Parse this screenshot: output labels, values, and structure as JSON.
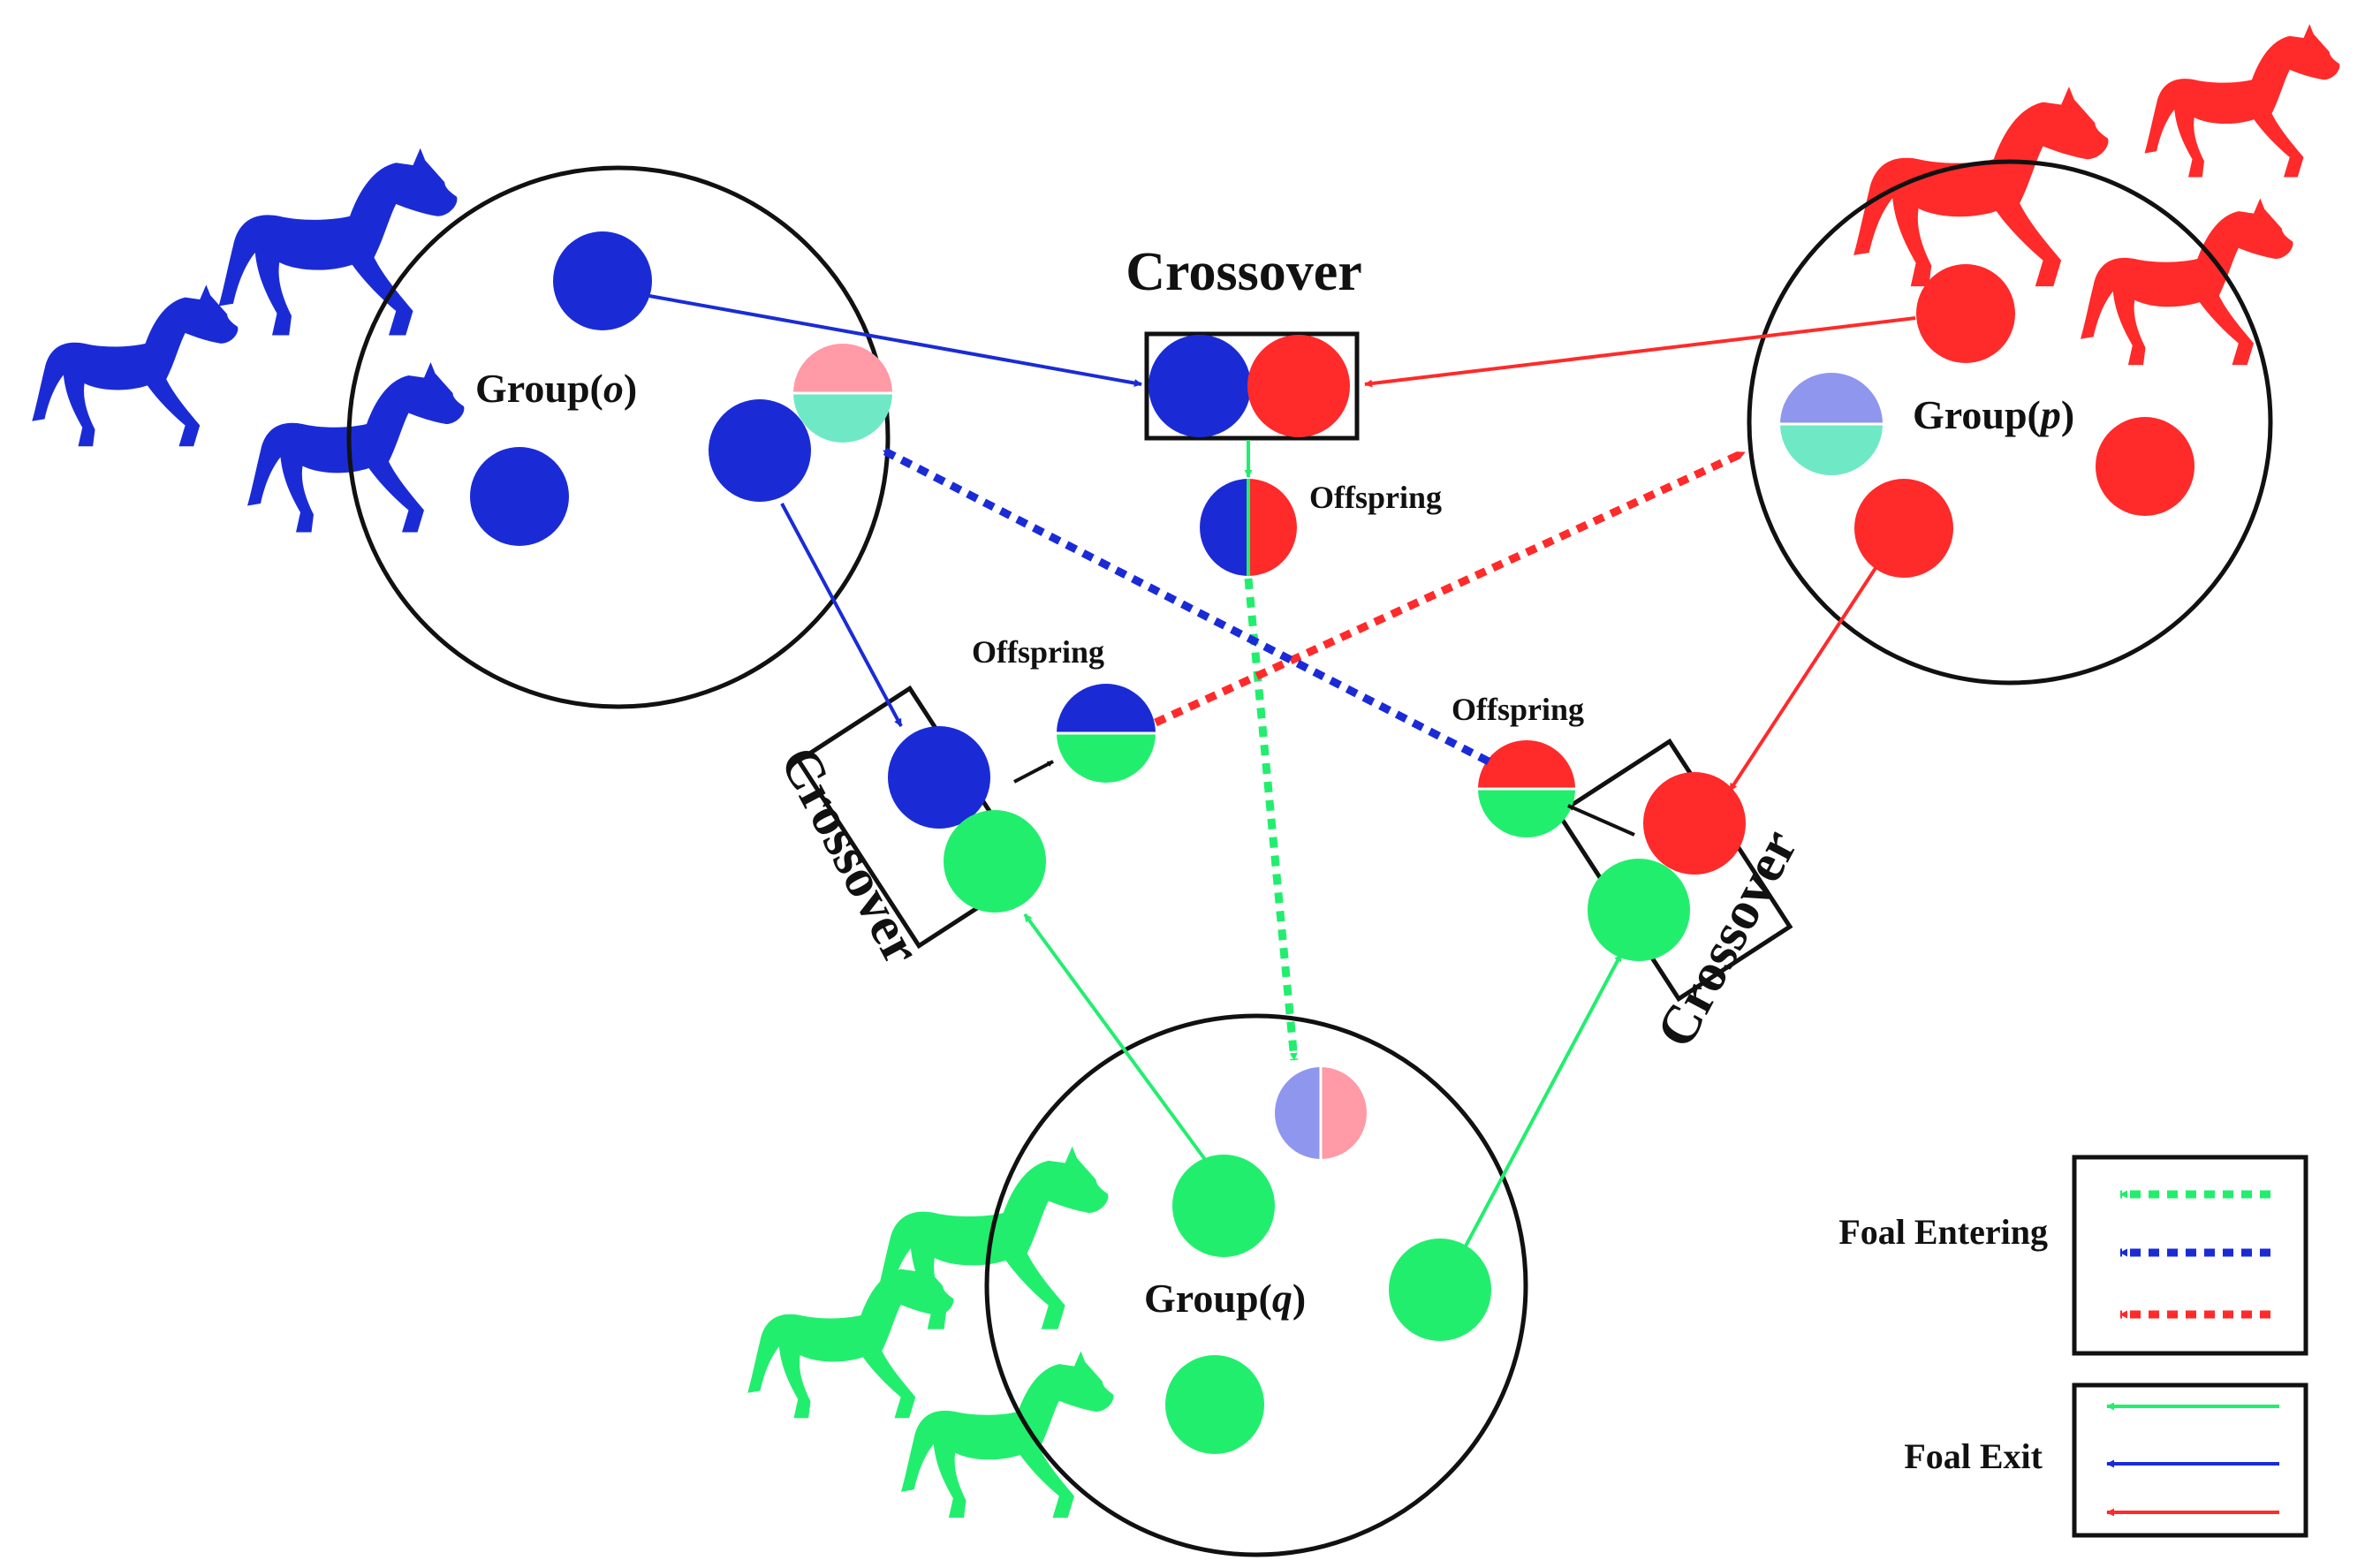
{
  "colors": {
    "blue": "#1a2bd6",
    "red": "#ff2a2a",
    "green": "#22ee6e",
    "light_blue": "#8f96ee",
    "light_red": "#ff9aa6",
    "light_teal": "#6fe8c6"
  },
  "groups": {
    "o": {
      "prefix": "Group(",
      "var": "o",
      "suffix": ")"
    },
    "p": {
      "prefix": "Group(",
      "var": "p",
      "suffix": ")"
    },
    "q": {
      "prefix": "Group(",
      "var": "q",
      "suffix": ")"
    }
  },
  "labels": {
    "crossover": "Crossover",
    "offspring": "Offspring"
  },
  "legend": {
    "entering": "Foal Entering",
    "exit": "Foal Exit"
  },
  "icons": [
    "horse-icon"
  ]
}
